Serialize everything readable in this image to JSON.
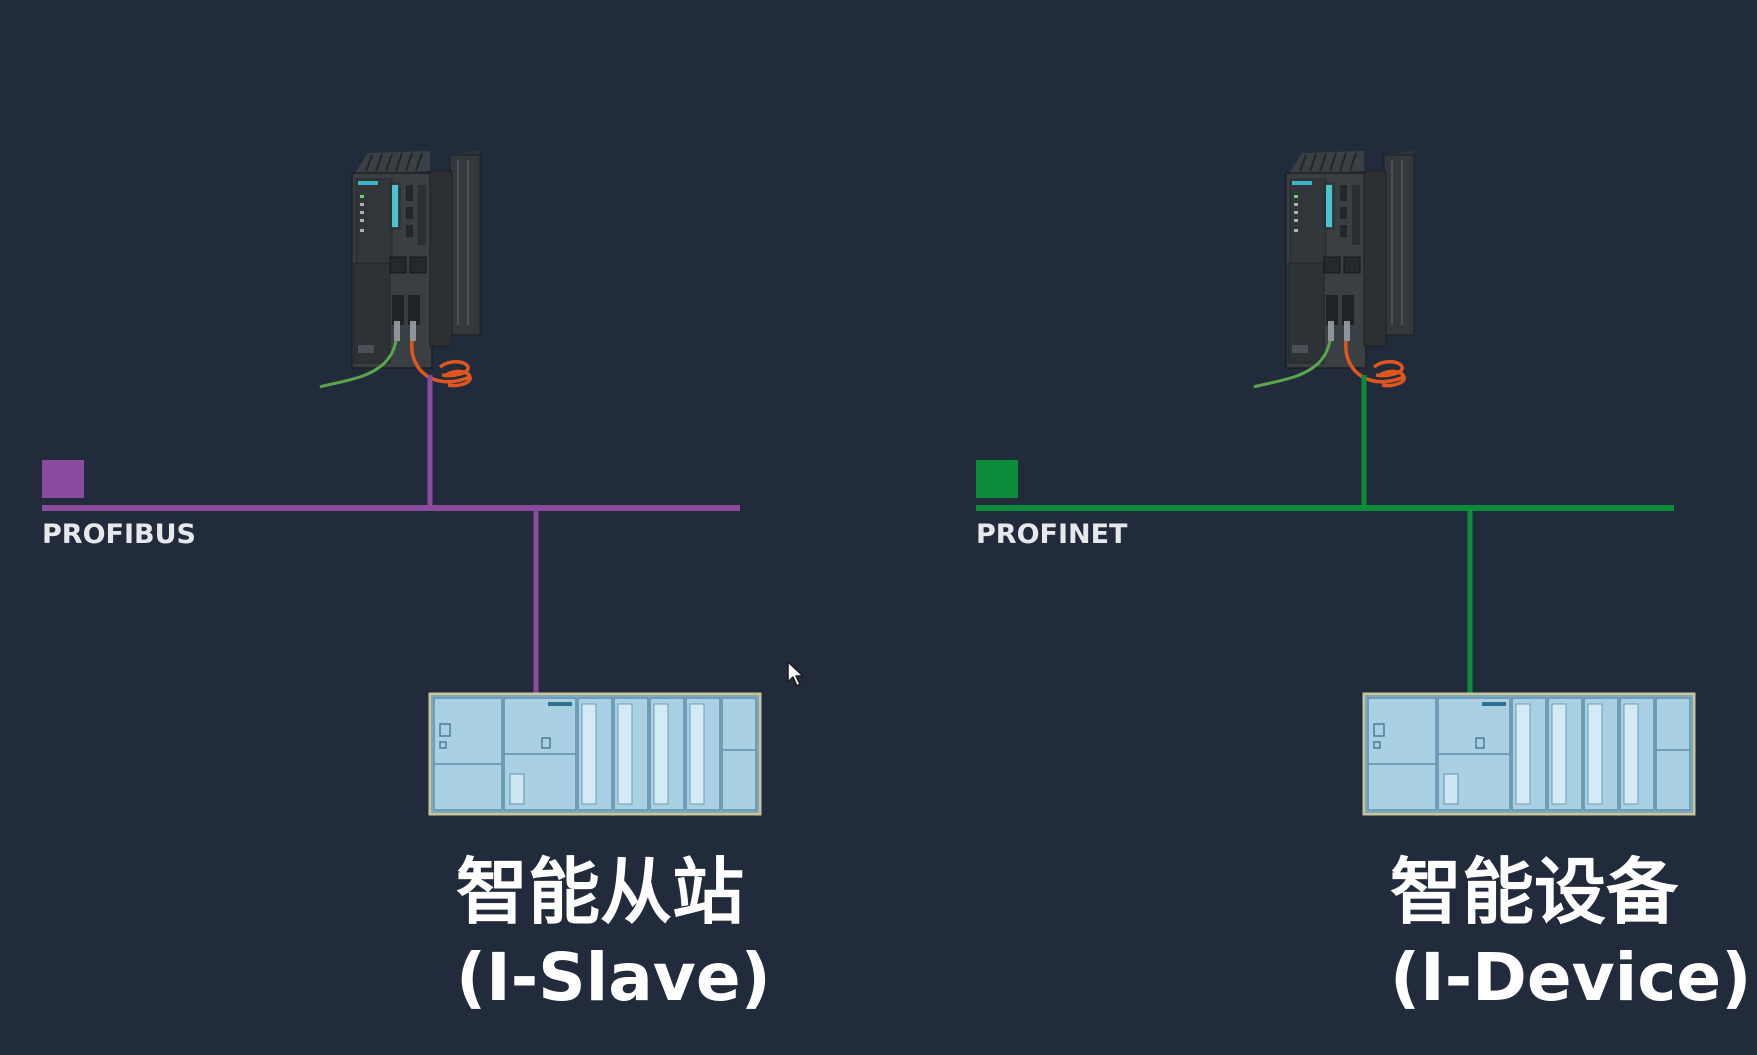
{
  "colors": {
    "background": "#222b3b",
    "profibus": "#8a4a9e",
    "profinet": "#0a8c3a",
    "text": "#ffffff",
    "device_fill": "#a9cfe1"
  },
  "left_network": {
    "bus_label": "PROFIBUS",
    "device_title_cn": "智能从站",
    "device_title_en": "(I-Slave)",
    "controller_icon": "plc-cpu-icon",
    "device_icon": "io-module-rack-icon"
  },
  "right_network": {
    "bus_label": "PROFINET",
    "device_title_cn": "智能设备",
    "device_title_en": "(I-Device)",
    "controller_icon": "plc-cpu-icon",
    "device_icon": "io-module-rack-icon"
  },
  "cursor_icon": "mouse-pointer-icon"
}
